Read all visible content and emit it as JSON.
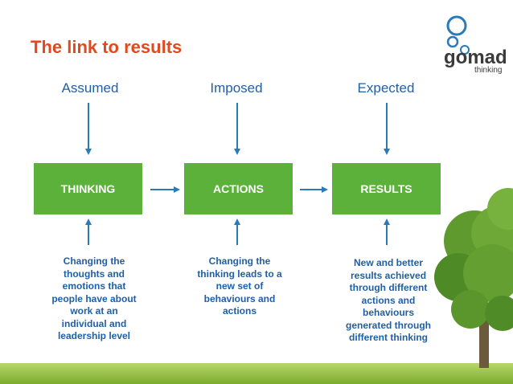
{
  "title": "The link to results",
  "logo": {
    "text": "gomad",
    "subtext": "thinking"
  },
  "columns": [
    {
      "heading": "Assumed",
      "box": "THINKING",
      "note": "Changing the thoughts and emotions that people have about work at an individual and leadership level"
    },
    {
      "heading": "Imposed",
      "box": "ACTIONS",
      "note": "Changing the thinking leads to a new set of behaviours and actions"
    },
    {
      "heading": "Expected",
      "box": "RESULTS",
      "note": "New and better results achieved through different actions and behaviours generated through different thinking"
    }
  ],
  "colors": {
    "title": "#e04a1e",
    "box": "#5cb13a",
    "text_blue": "#1f5fa8",
    "arrow": "#2a7ab8",
    "grass": "#8fbf3a"
  }
}
